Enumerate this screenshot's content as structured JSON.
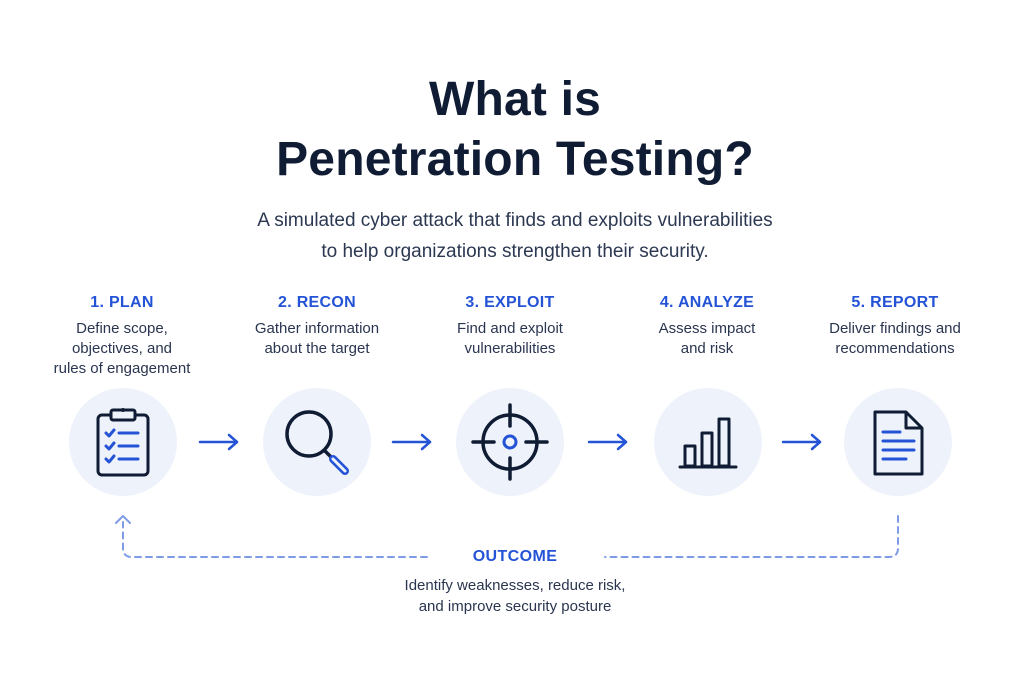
{
  "title": {
    "line1": "What is",
    "line2": "Penetration Testing?"
  },
  "subtitle": {
    "line1": "A simulated cyber attack that finds and exploits vulnerabilities",
    "line2": "to help organizations strengthen their security."
  },
  "steps": [
    {
      "title": "1. PLAN",
      "desc": [
        "Define scope,",
        "objectives, and",
        "rules of engagement"
      ],
      "icon": "clipboard-checklist-icon"
    },
    {
      "title": "2. RECON",
      "desc": [
        "Gather information",
        "about the target"
      ],
      "icon": "magnifier-icon"
    },
    {
      "title": "3. EXPLOIT",
      "desc": [
        "Find and exploit",
        "vulnerabilities"
      ],
      "icon": "crosshair-icon"
    },
    {
      "title": "4. ANALYZE",
      "desc": [
        "Assess impact",
        "and risk"
      ],
      "icon": "bar-chart-icon"
    },
    {
      "title": "5. REPORT",
      "desc": [
        "Deliver findings and",
        "recommendations"
      ],
      "icon": "document-icon"
    }
  ],
  "outcome": {
    "title": "OUTCOME",
    "desc": [
      "Identify weaknesses, reduce risk,",
      "and improve security posture"
    ]
  },
  "colors": {
    "accent": "#2453d6",
    "dark": "#0f1c33",
    "circle_bg": "#eef2fb",
    "loop": "#7f9be6"
  }
}
